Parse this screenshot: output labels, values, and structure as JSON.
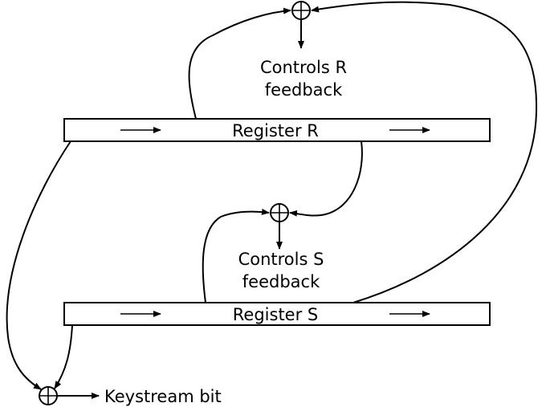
{
  "diagram": {
    "register_r_label": "Register R",
    "register_s_label": "Register S",
    "controls_r_line1": "Controls R",
    "controls_r_line2": "feedback",
    "controls_s_line1": "Controls S",
    "controls_s_line2": "feedback",
    "output_label": "Keystream bit"
  },
  "colors": {
    "line": "#000000",
    "background": "#ffffff"
  }
}
